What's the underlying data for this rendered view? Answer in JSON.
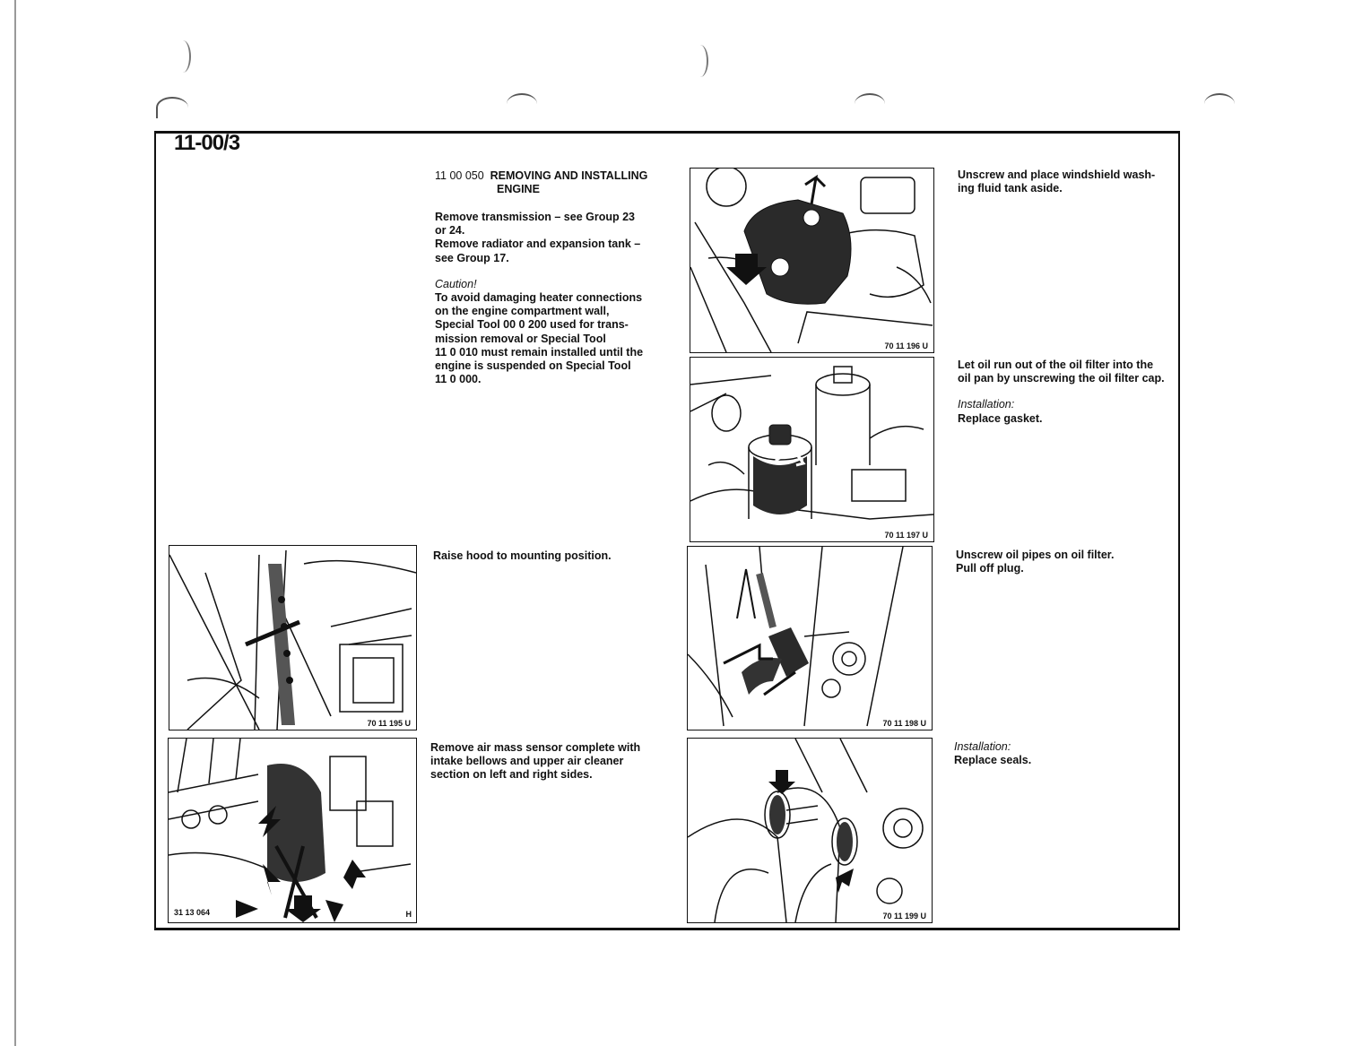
{
  "page": {
    "number": "11-00/3",
    "section": {
      "code": "11 00 050",
      "title_line1": "REMOVING AND INSTALLING",
      "title_line2": "ENGINE"
    }
  },
  "intro": {
    "line1": "Remove transmission – see Group 23",
    "line2": "or 24.",
    "line3": "Remove radiator and expansion tank –",
    "line4": "see Group 17.",
    "caution_label": "Caution!",
    "caution_lines": [
      "To avoid damaging heater connections",
      "on the engine compartment wall,",
      "Special Tool 00 0 200 used for trans-",
      "mission removal or Special Tool",
      "11 0 010 must remain installed until the",
      "engine is suspended on Special Tool",
      "11 0 000."
    ]
  },
  "steps": {
    "washer_tank": {
      "lines": [
        "Unscrew and place windshield wash-",
        "ing fluid tank aside."
      ]
    },
    "oil_filter": {
      "lines": [
        "Let oil run out of the oil filter into the",
        "oil pan by unscrewing the oil filter cap."
      ],
      "installation_label": "Installation:",
      "installation_text": "Replace gasket."
    },
    "hood": {
      "lines": [
        "Raise hood to mounting position."
      ]
    },
    "oil_pipes": {
      "lines": [
        "Unscrew oil pipes on oil filter.",
        "Pull off plug."
      ]
    },
    "air_mass": {
      "lines": [
        "Remove air mass sensor complete with",
        "intake bellows and upper air cleaner",
        "section on left and right sides."
      ]
    },
    "seals": {
      "installation_label": "Installation:",
      "installation_text": "Replace seals."
    }
  },
  "figures": {
    "fig_196": {
      "label": "70 11 196 U",
      "icon": "engine-illustration"
    },
    "fig_197": {
      "label": "70 11 197 U",
      "icon": "engine-illustration"
    },
    "fig_195": {
      "label": "70 11 195 U",
      "icon": "engine-illustration"
    },
    "fig_198": {
      "label": "70 11 198 U",
      "icon": "engine-illustration"
    },
    "fig_064": {
      "label": "31 13 064",
      "corner": "H",
      "icon": "engine-illustration"
    },
    "fig_199": {
      "label": "70 11 199 U",
      "icon": "engine-illustration"
    }
  }
}
